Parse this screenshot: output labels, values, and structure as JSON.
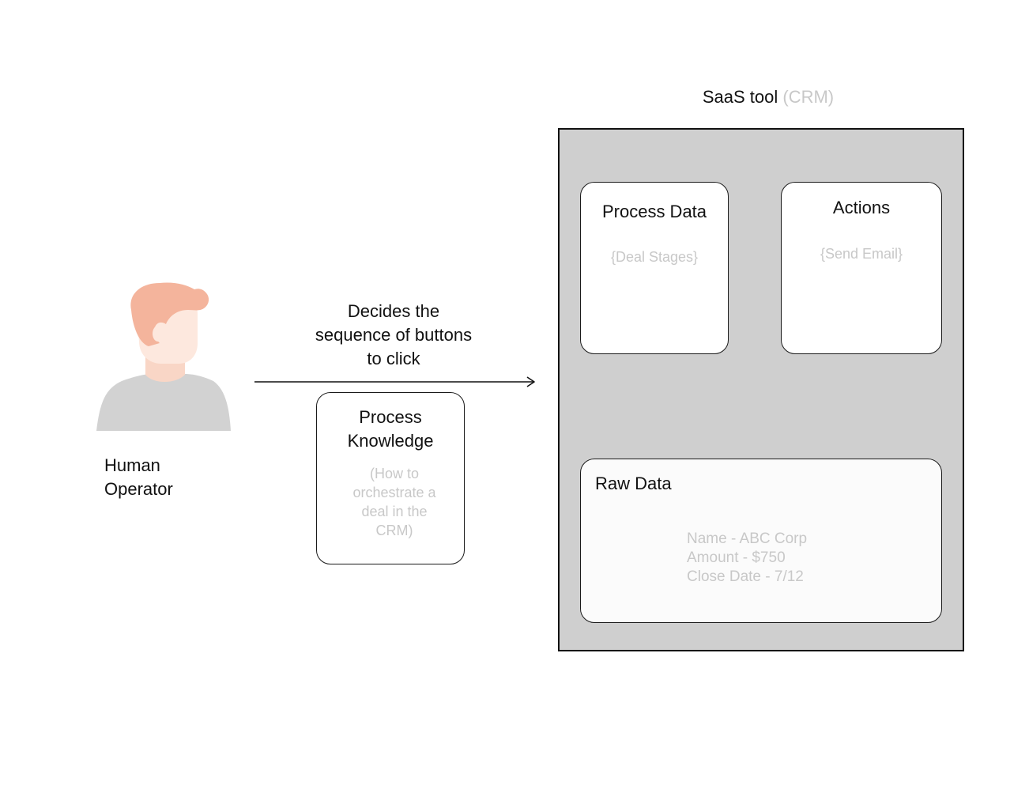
{
  "person": {
    "label_line1": "Human",
    "label_line2": "Operator",
    "icon": "person-avatar-icon",
    "colors": {
      "hair": "#f4b49c",
      "skin": "#fde8de",
      "neck": "#f9d6c6",
      "shirt": "#d2d2d2"
    }
  },
  "flow": {
    "label_line1": "Decides the",
    "label_line2": "sequence of buttons",
    "label_line3": "to click"
  },
  "process_knowledge": {
    "title_line1": "Process",
    "title_line2": "Knowledge",
    "sub_line1": "(How to",
    "sub_line2": "orchestrate a",
    "sub_line3": "deal in the",
    "sub_line4": "CRM)"
  },
  "saas": {
    "title": "SaaS tool",
    "title_muted": "(CRM)",
    "panel_color": "#cfcfcf",
    "process_data": {
      "title": "Process Data",
      "sub": "{Deal Stages}"
    },
    "actions": {
      "title": "Actions",
      "sub": "{Send Email}"
    },
    "raw_data": {
      "title": "Raw Data",
      "lines": [
        "Name - ABC Corp",
        "Amount - $750",
        "Close Date - 7/12"
      ]
    }
  }
}
